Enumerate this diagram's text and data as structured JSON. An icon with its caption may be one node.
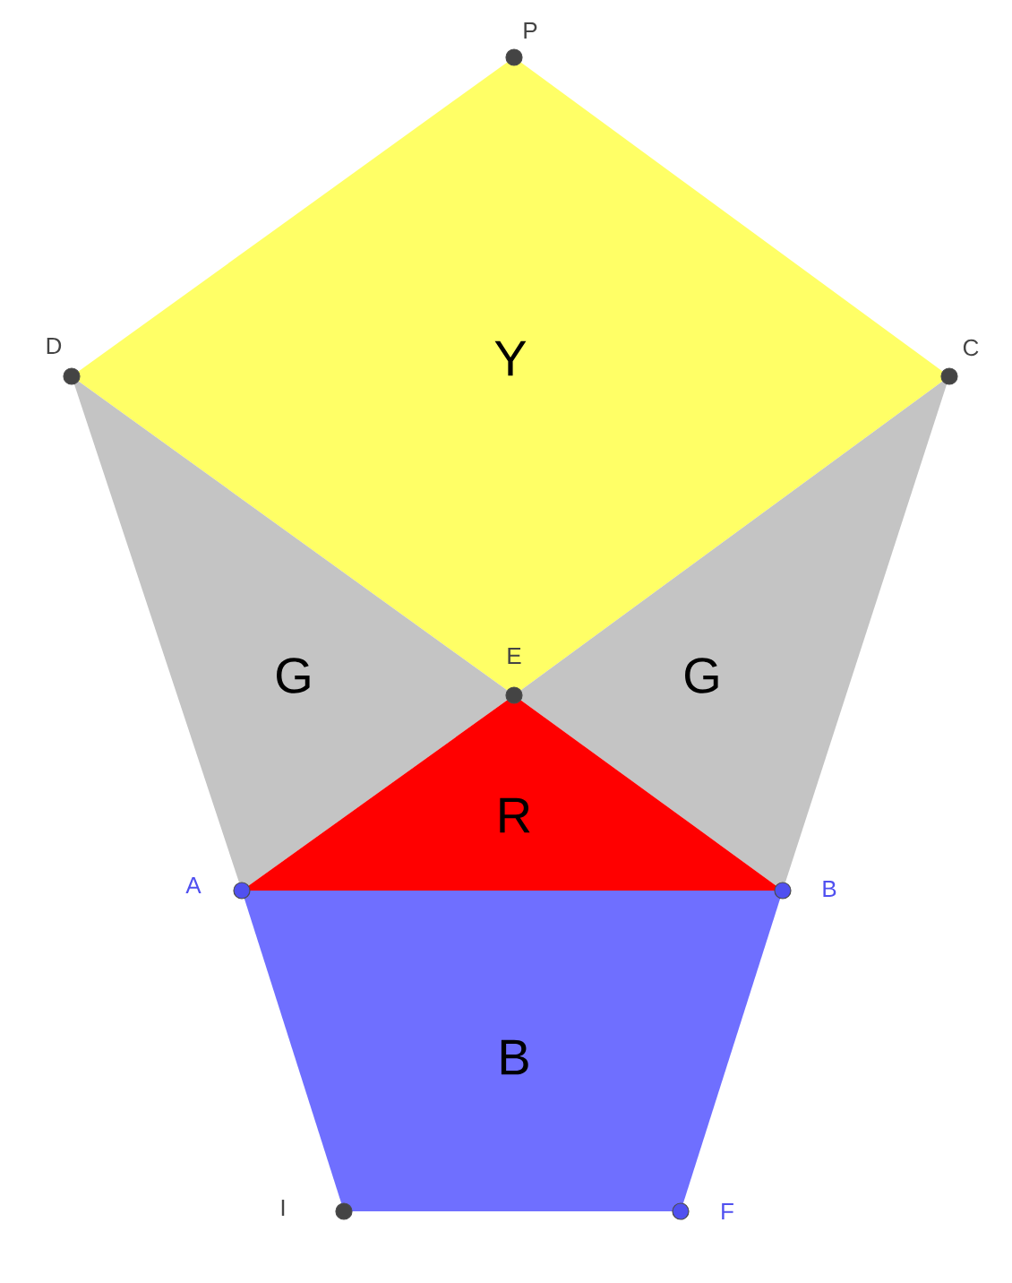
{
  "diagram": {
    "nodes": [
      {
        "text": [
          "Y"
        ]
      },
      {
        "text": [
          "G"
        ]
      },
      {
        "text": [
          "G"
        ]
      },
      {
        "text": [
          "R"
        ]
      },
      {
        "text": [
          "B"
        ]
      }
    ],
    "labels": [
      "P",
      "D",
      "C",
      "E",
      "A",
      "B",
      "I",
      "F"
    ]
  }
}
